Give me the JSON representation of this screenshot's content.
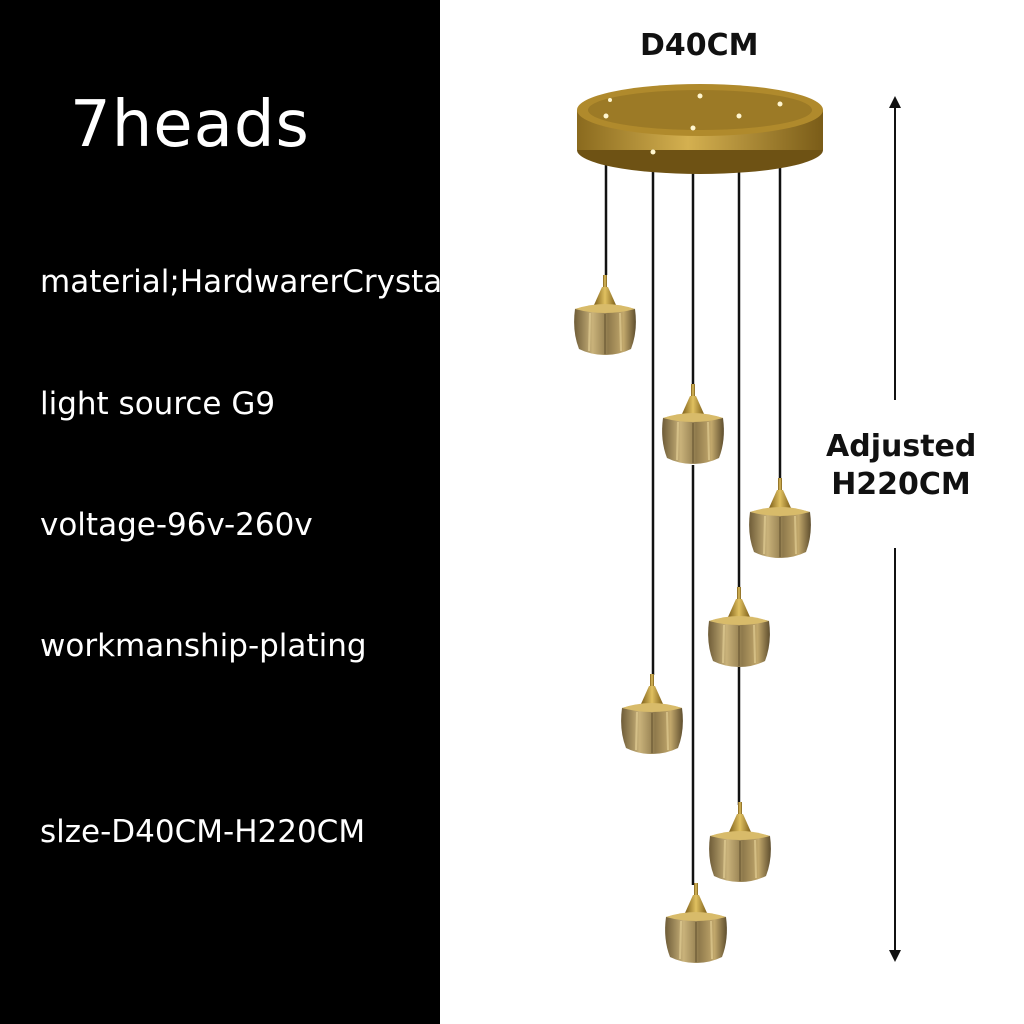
{
  "title": "7heads",
  "specs": [
    "material;HardwarerCrystal",
    "light source G9",
    "voltage-96v-260v",
    "workmanship-plating",
    "slze-D40CM-H220CM"
  ],
  "dimensions": {
    "diameter": "D40CM",
    "height_line1": "Adjusted",
    "height_line2": "H220CM"
  },
  "colors": {
    "left_background": "#000000",
    "brass": "#b8912f",
    "glass": "#9a8454"
  }
}
